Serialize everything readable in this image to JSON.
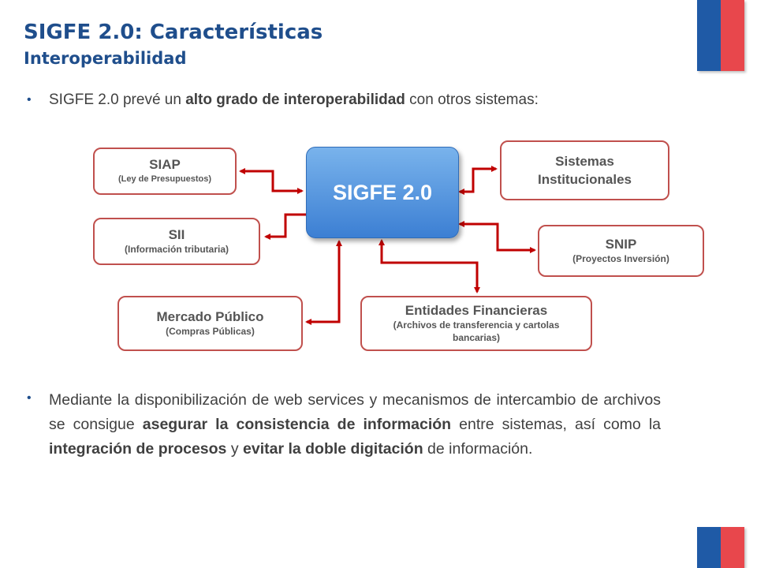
{
  "title": "SIGFE 2.0: Características",
  "subtitle": "Interoperabilidad",
  "bullet_char": "•",
  "bullet1": {
    "t1": "SIGFE 2.0 prevé un ",
    "b1": "alto grado de interoperabilidad",
    "t2": " con otros sistemas:"
  },
  "diagram": {
    "center": "SIGFE 2.0",
    "siap": {
      "name": "SIAP",
      "sub": "(Ley de Presupuestos)"
    },
    "sii": {
      "name": "SII",
      "sub": "(Información tributaria)"
    },
    "mercado": {
      "name": "Mercado Público",
      "sub": "(Compras Públicas)"
    },
    "entidades": {
      "name": "Entidades Financieras",
      "sub": "(Archivos de transferencia y cartolas bancarias)"
    },
    "sistemas": {
      "name": "Sistemas Institucionales"
    },
    "snip": {
      "name": "SNIP",
      "sub": "(Proyectos Inversión)"
    },
    "arrow_color": "#c00000",
    "border_color": "#c0504d"
  },
  "bullet2": {
    "t1": "Mediante la disponibilización de web services y mecanismos de intercambio de archivos se consigue ",
    "b1": "asegurar la consistencia de información",
    "t2": " entre sistemas, así como la ",
    "b2": "integración de procesos",
    "t3": " y ",
    "b3": "evitar la doble digitación",
    "t4": " de información."
  },
  "colors": {
    "title": "#1f4e8c",
    "flag_blue": "#1f5aa6",
    "flag_red": "#e8474c"
  }
}
